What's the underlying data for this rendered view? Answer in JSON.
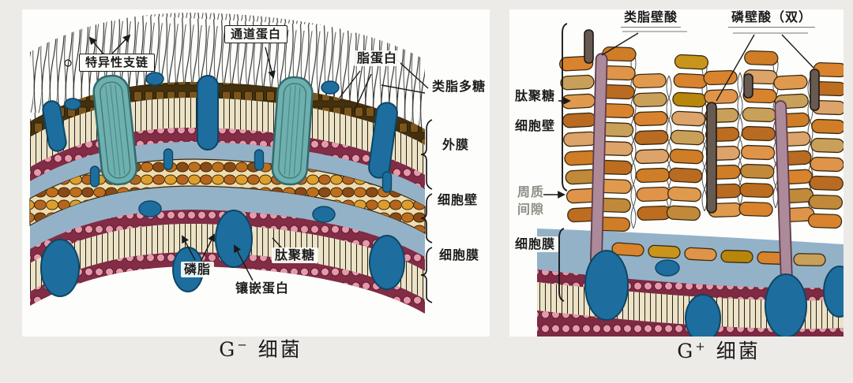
{
  "figure": {
    "type": "biology-diagram",
    "subject": "bacterial cell envelope comparison"
  },
  "left_panel": {
    "caption": {
      "base": "G",
      "sign": "−",
      "text": "细菌"
    },
    "labels": {
      "specific_side_chain": "特异性支链",
      "channel_protein": "通道蛋白",
      "lipoprotein": "脂蛋白",
      "lipopolysaccharide": "类脂多糖",
      "outer_membrane": "外膜",
      "cell_wall": "细胞壁",
      "cell_membrane": "细胞膜",
      "phospholipid": "磷脂",
      "embedded_protein": "镶嵌蛋白",
      "peptidoglycan": "肽聚糖"
    }
  },
  "right_panel": {
    "caption": {
      "base": "G",
      "sign": "+",
      "text": "细菌"
    },
    "labels": {
      "lipoteichoic_acid": "类脂壁酸",
      "teichoic_acid": "磷壁酸（双）",
      "peptidoglycan": "肽聚糖",
      "cell_wall": "细胞壁",
      "periplasmic_space_line1": "周质",
      "periplasmic_space_line2": "间隙",
      "cell_membrane": "细胞膜"
    }
  },
  "palette": {
    "page_background": "#edebe8",
    "panel_background": "#fdfdfb",
    "periplasm_blue": "#93b2c8",
    "membrane_tails_cream": "#ece2c6",
    "lipid_head_pink": "#e59aab",
    "lipid_band_maroon": "#7d2a42",
    "outer_head_brown": "#7a561c",
    "peptidoglycan_orange": "#c9841f",
    "wall_capsule_orange": "#d9832f",
    "protein_blue": "#1d6e9e",
    "porin_teal": "#6fb0ae",
    "teichoic_rod_gray": "#675a50",
    "lipoteichoic_rod_mauve": "#ad8a9a",
    "line_black": "#1c1c1c"
  }
}
